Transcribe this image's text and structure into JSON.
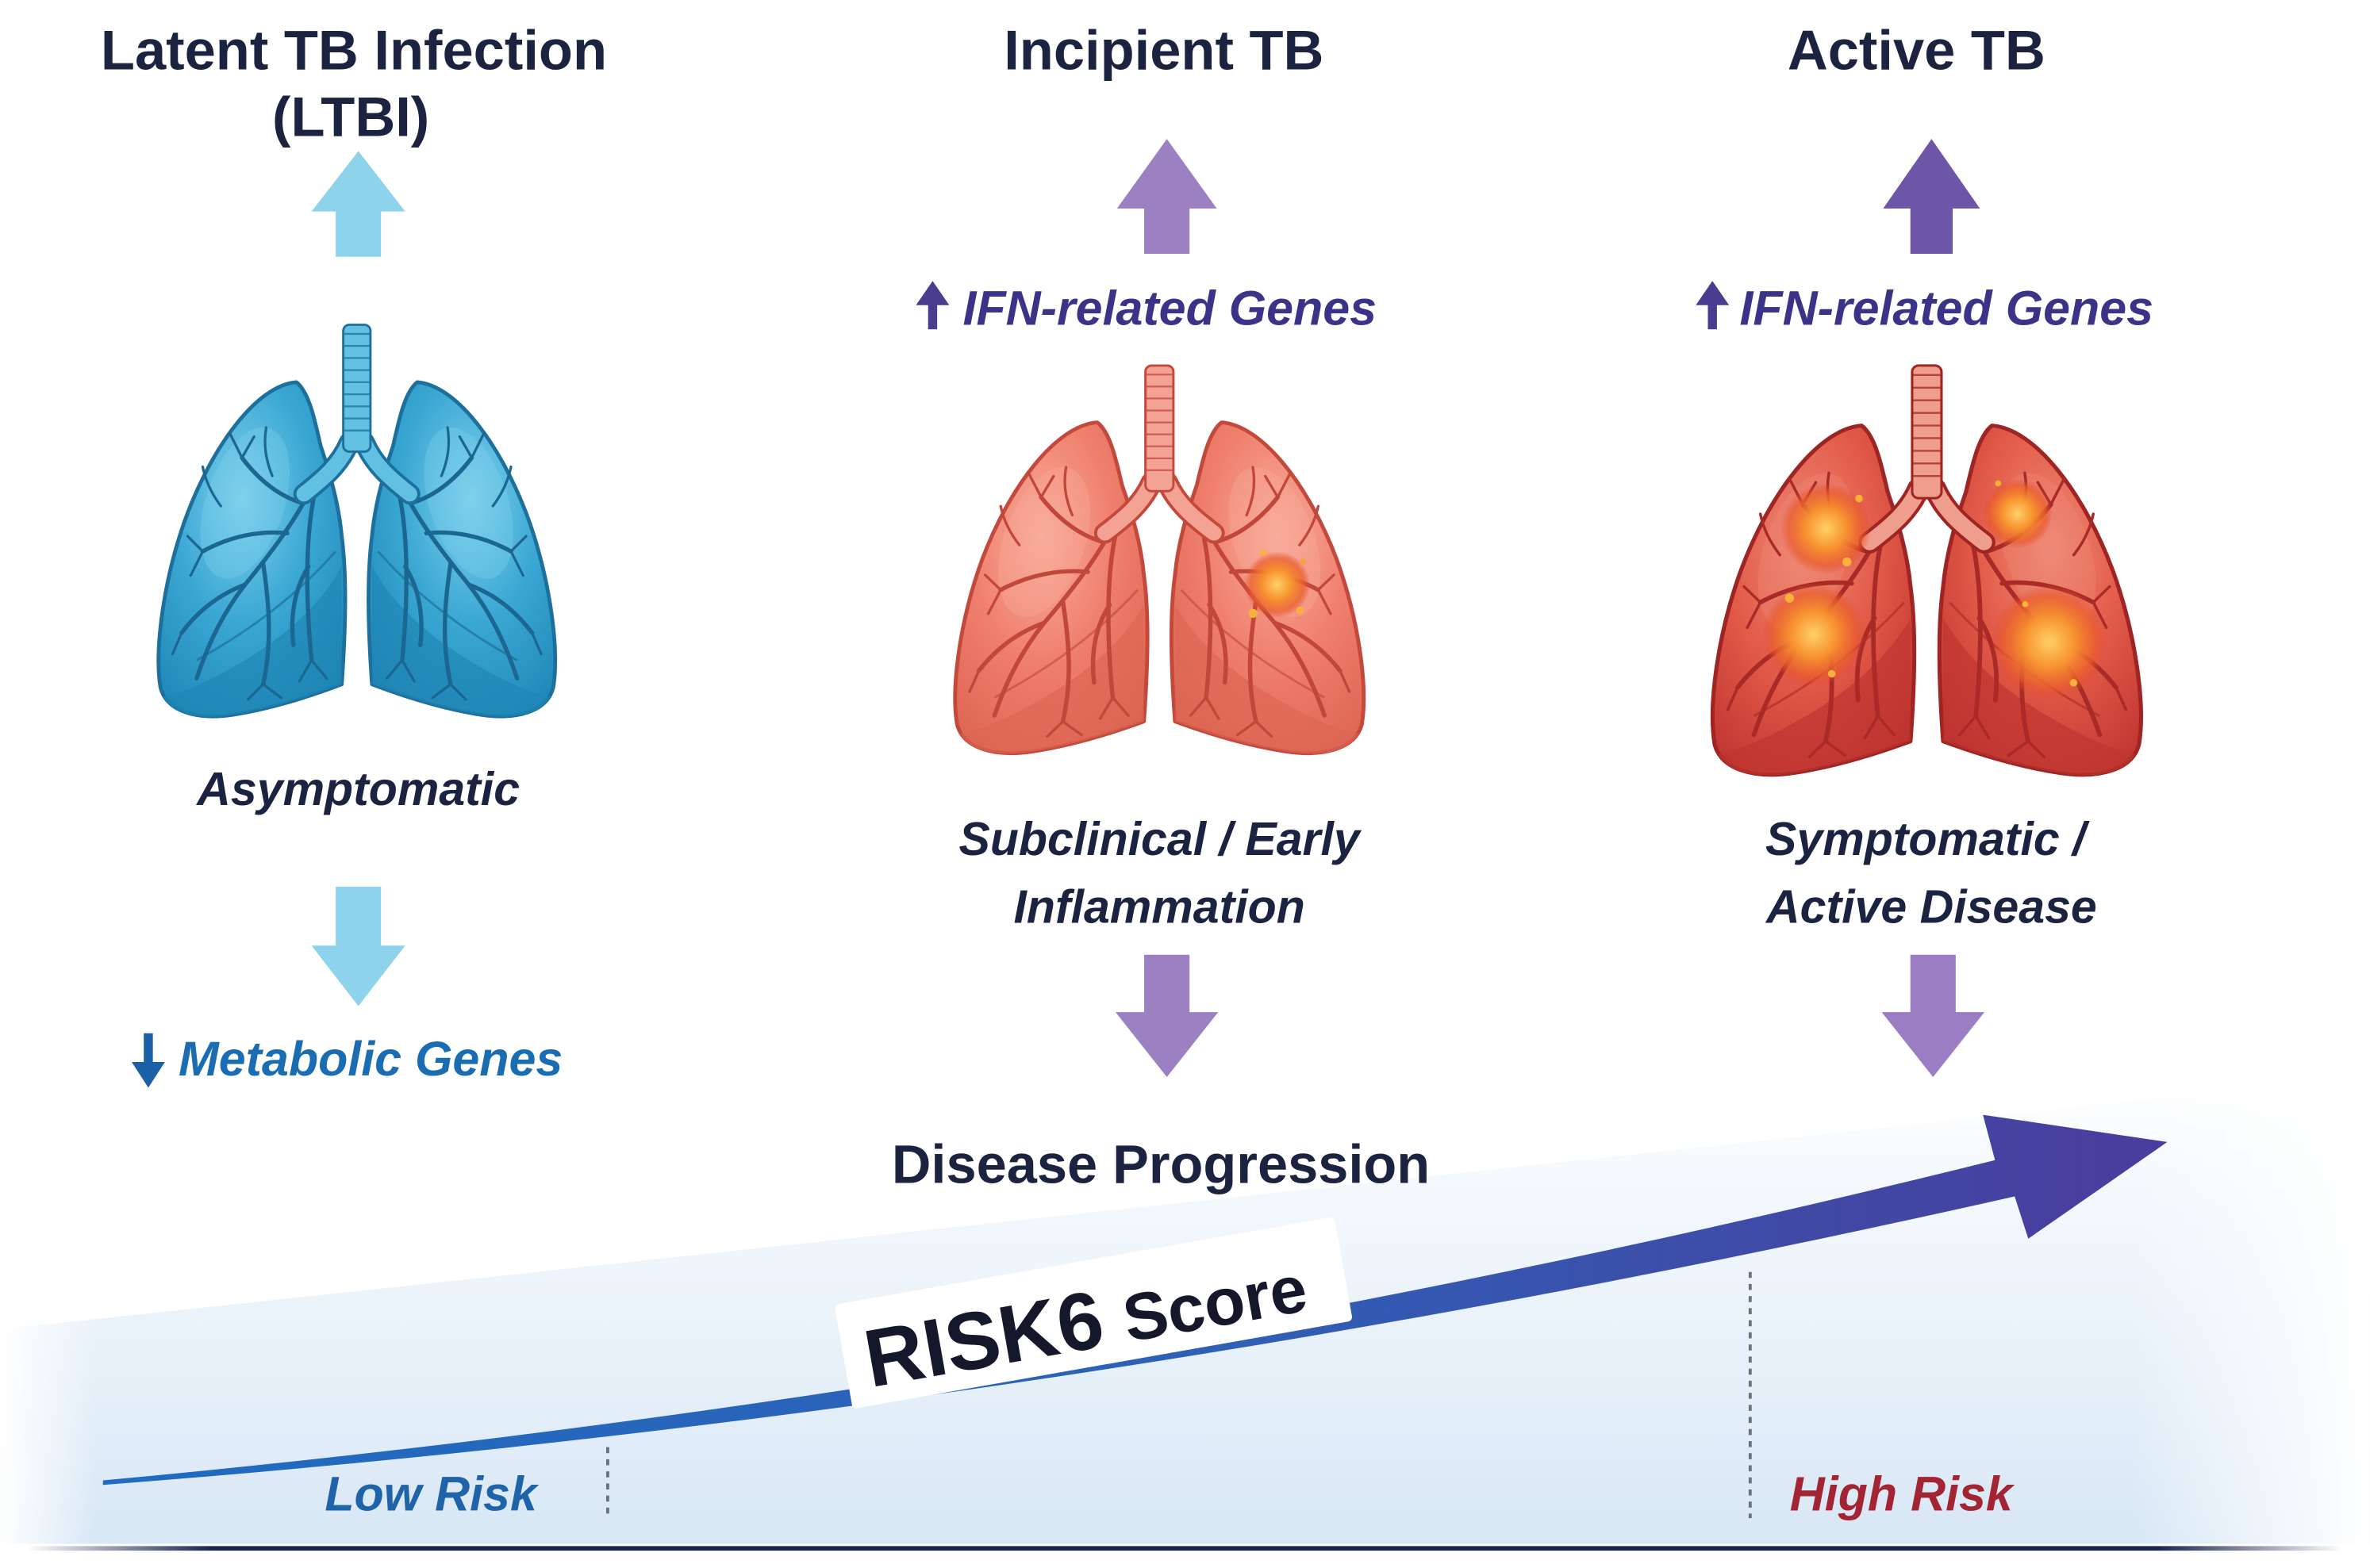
{
  "stages": [
    {
      "title_lines": [
        "Latent TB Infection",
        "(LTBI)"
      ],
      "status_lines": [
        "Asymptomatic"
      ],
      "gene_change": {
        "label": "Metabolic Genes",
        "icon": "down-arrow-icon"
      },
      "lung_colors": {
        "fill": "#3aa7d3",
        "highlight": "#7fd0ec",
        "shade": "#1f86b6",
        "vein": "#1b6791",
        "outline": "#1d6f9c",
        "trachea": "#62c0e3"
      }
    },
    {
      "title_lines": [
        "Incipient TB"
      ],
      "status_lines": [
        "Subclinical / Early",
        "Inflammation"
      ],
      "gene_change": {
        "label": "IFN-related Genes",
        "icon": "up-arrow-icon"
      },
      "lung_colors": {
        "fill": "#f07f6d",
        "highlight": "#f8ad9c",
        "shade": "#dd6553",
        "vein": "#c2473b",
        "outline": "#c4493d",
        "trachea": "#f3a293"
      }
    },
    {
      "title_lines": [
        "Active TB"
      ],
      "status_lines": [
        "Symptomatic /",
        "Active Disease"
      ],
      "gene_change": {
        "label": "IFN-related Genes",
        "icon": "up-arrow-icon"
      },
      "lung_colors": {
        "fill": "#e25a48",
        "highlight": "#ef8a76",
        "shade": "#bf3430",
        "vein": "#a92a27",
        "outline": "#9e2523",
        "trachea": "#ef9d8d"
      }
    }
  ],
  "progression": {
    "label": "Disease Progression"
  },
  "risk_score": {
    "name": "RISK6",
    "word": "Score",
    "low_label": "Low Risk",
    "high_label": "High Risk"
  },
  "colors": {
    "title_text": "#1c2340",
    "ltbi_arrow": "#8ed3ec",
    "incipient_arrow": "#9b80c2",
    "active_up_arrow": "#6d55a8",
    "active_down_arrow": "#9a7dc2",
    "ifn_text": "#3b3388",
    "ifn_icon": "#4a3d8f",
    "metabolic_text": "#1b6db3",
    "metabolic_icon": "#1b5fa6",
    "low_risk": "#1f63a8",
    "high_risk": "#a32432",
    "score_arrow_start": "#1f6cc0",
    "score_arrow_mid": "#2f5fb6",
    "score_arrow_end": "#4a3c9c",
    "risk_divider": "#6b7080",
    "baseline": "#1b2350"
  }
}
